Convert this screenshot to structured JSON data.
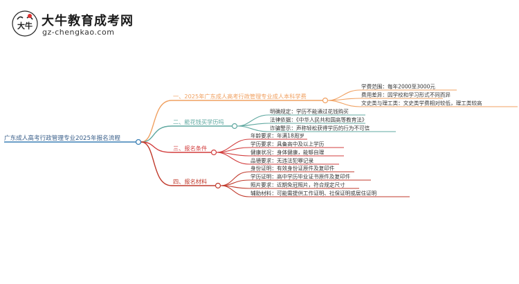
{
  "logo": {
    "title": "大牛教育成考网",
    "url": "gz-chengkao.com",
    "badge_text": "大牛"
  },
  "mindmap": {
    "root": "广东成人高考行政管理专业2025年报名流程",
    "colors": {
      "branch1": "#f0a060",
      "branch2": "#5fa8a0",
      "branch3": "#d23c3c",
      "branch4": "#c0392b",
      "root_line": "#3a7fb5"
    },
    "branches": [
      {
        "label": "一、2025年广东成人高考行政管理专业成人本科学费",
        "children": [
          "学费范围：每年2000至3000元",
          "费用差异：因学校和学习形式不同而异",
          "文史类与理工类：文史类学费相对较低，理工类较高"
        ]
      },
      {
        "label": "二、能花钱买学历吗",
        "children": [
          "明确规定：学历不能通过花钱购买",
          "法律依据：《中华人民共和国高等教育法》",
          "诈骗警示：声称轻松获得学历的行为不可信"
        ]
      },
      {
        "label": "三、报名条件",
        "children": [
          "年龄要求：年满18周岁",
          "学历要求：具备高中及以上学历",
          "健康状况：身体健康，能够自理",
          "品德要求：无违法犯罪记录"
        ]
      },
      {
        "label": "四、报名材料",
        "children": [
          "身份证明：有效身份证原件及复印件",
          "学历证明：高中学历毕业证书原件及复印件",
          "照片要求：近期免冠照片，符合规定尺寸",
          "辅助材料：可能需提供工作证明、社保证明或居住证明"
        ]
      }
    ]
  }
}
